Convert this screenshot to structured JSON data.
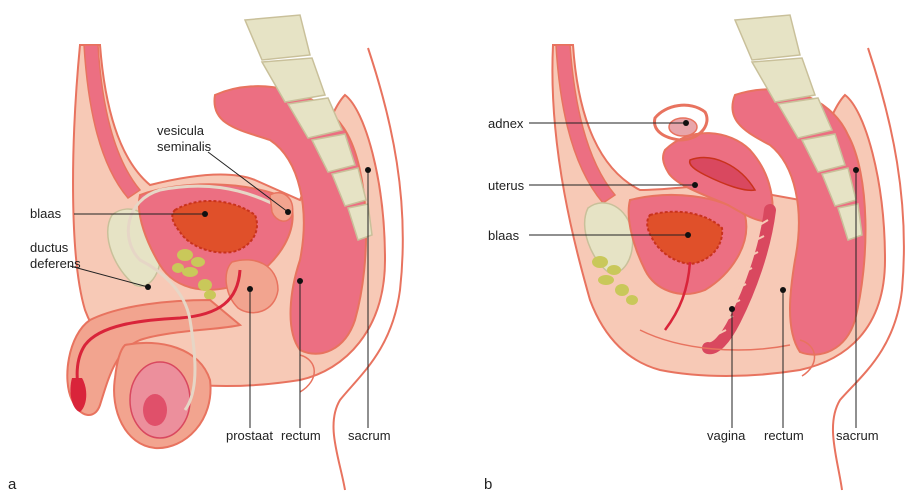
{
  "panels": {
    "a": {
      "letter": "a",
      "labels": {
        "blaas": "blaas",
        "ductus_line1": "ductus",
        "ductus_line2": "deferens",
        "vesicula_line1": "vesicula",
        "vesicula_line2": "seminalis",
        "prostaat": "prostaat",
        "rectum": "rectum",
        "sacrum": "sacrum"
      }
    },
    "b": {
      "letter": "b",
      "labels": {
        "adnex": "adnex",
        "uterus": "uterus",
        "blaas": "blaas",
        "vagina": "vagina",
        "rectum": "rectum",
        "sacrum": "sacrum"
      }
    }
  },
  "colors": {
    "outline": "#e8735f",
    "skin": "#f7c9b6",
    "tissue": "#f2a48f",
    "organ": "#ec6f82",
    "organ_dark": "#d9485f",
    "bladder_inner": "#e0502a",
    "bone": "#e6e3c5",
    "fat": "#c9c85a"
  }
}
